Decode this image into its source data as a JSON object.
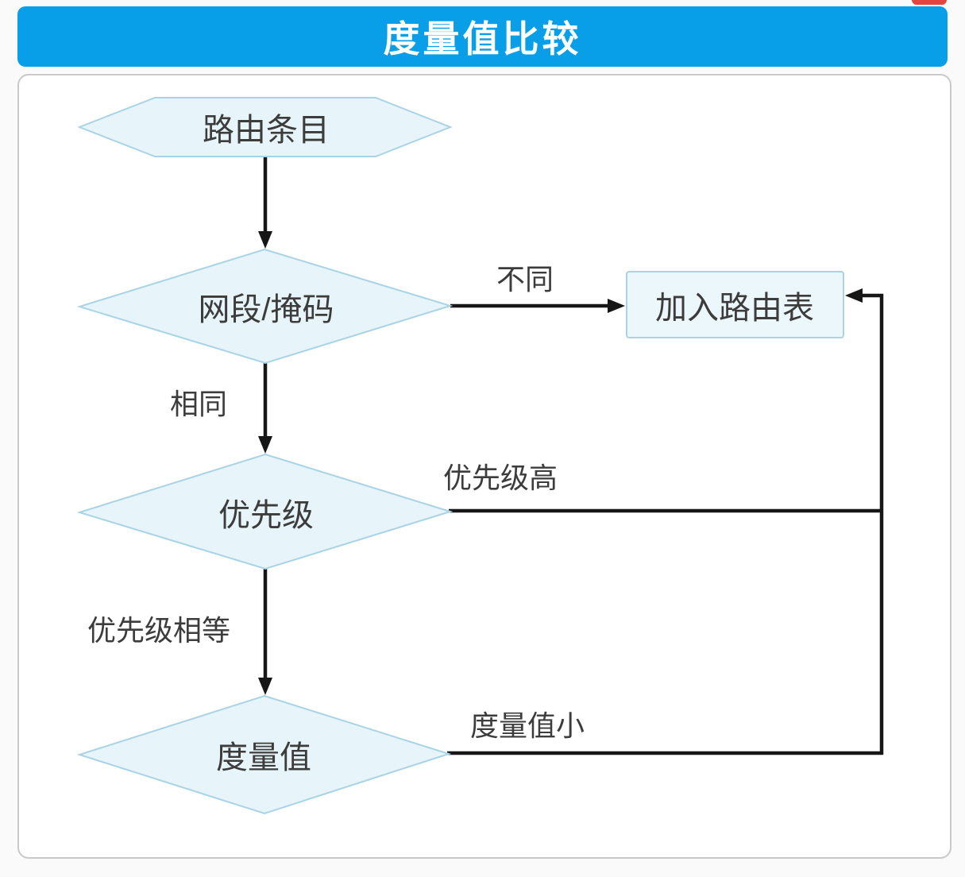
{
  "page": {
    "title": "度量值比较"
  },
  "colors": {
    "title_bar": "#089fe8",
    "title_text": "#ffffff",
    "shape_fill": "#e7f4f9",
    "rect_fill": "#ecf7fb",
    "shape_stroke": "#a9d4e5",
    "line": "#161616",
    "label_text": "#3c3c3c",
    "panel_border": "#c9c9c9",
    "red_fragment": "#e2463f"
  },
  "flowchart": {
    "nodes": [
      {
        "id": "route-entry",
        "type": "hexagon",
        "label": "路由条目"
      },
      {
        "id": "network-mask",
        "type": "diamond",
        "label": "网段/掩码"
      },
      {
        "id": "priority",
        "type": "diamond",
        "label": "优先级"
      },
      {
        "id": "metric",
        "type": "diamond",
        "label": "度量值"
      },
      {
        "id": "add-routing-table",
        "type": "rect",
        "label": "加入路由表"
      }
    ],
    "edges": [
      {
        "from": "route-entry",
        "to": "network-mask",
        "label": ""
      },
      {
        "from": "network-mask",
        "to": "add-routing-table",
        "label": "不同"
      },
      {
        "from": "network-mask",
        "to": "priority",
        "label": "相同"
      },
      {
        "from": "priority",
        "to": "add-routing-table",
        "label": "优先级高"
      },
      {
        "from": "priority",
        "to": "metric",
        "label": "优先级相等"
      },
      {
        "from": "metric",
        "to": "add-routing-table",
        "label": "度量值小"
      }
    ]
  }
}
